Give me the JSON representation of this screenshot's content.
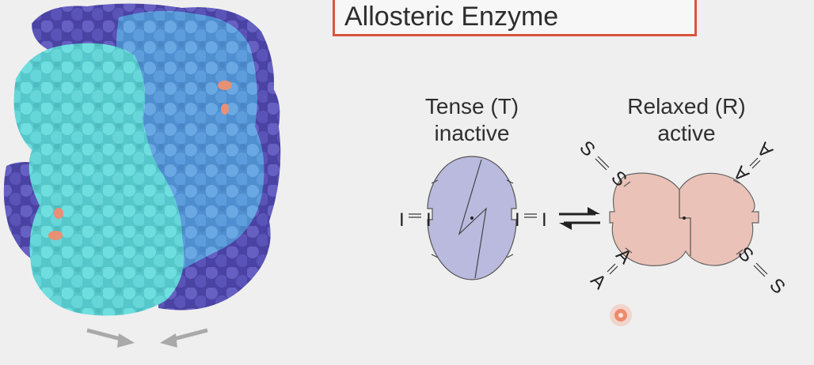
{
  "title": "Allosteric Enzyme",
  "tense_label": {
    "line1": "Tense (T)",
    "line2": "inactive"
  },
  "relaxed_label": {
    "line1": "Relaxed (R)",
    "line2": "active"
  },
  "ligand_labels": {
    "inhibitor": "I",
    "substrate": "S",
    "activator": "A"
  },
  "colors": {
    "title_border": "#d9553d",
    "tense_fill": "#b9bade",
    "relaxed_fill": "#ebc2b7",
    "protein_cyan": "#62d6d6",
    "protein_blue": "#5f9fdc",
    "protein_purple": "#5752b5",
    "cursor_dot": "#e86a4a"
  },
  "icons": [
    "equilibrium-arrows-icon",
    "cursor-dot-icon",
    "arrow-icon"
  ]
}
